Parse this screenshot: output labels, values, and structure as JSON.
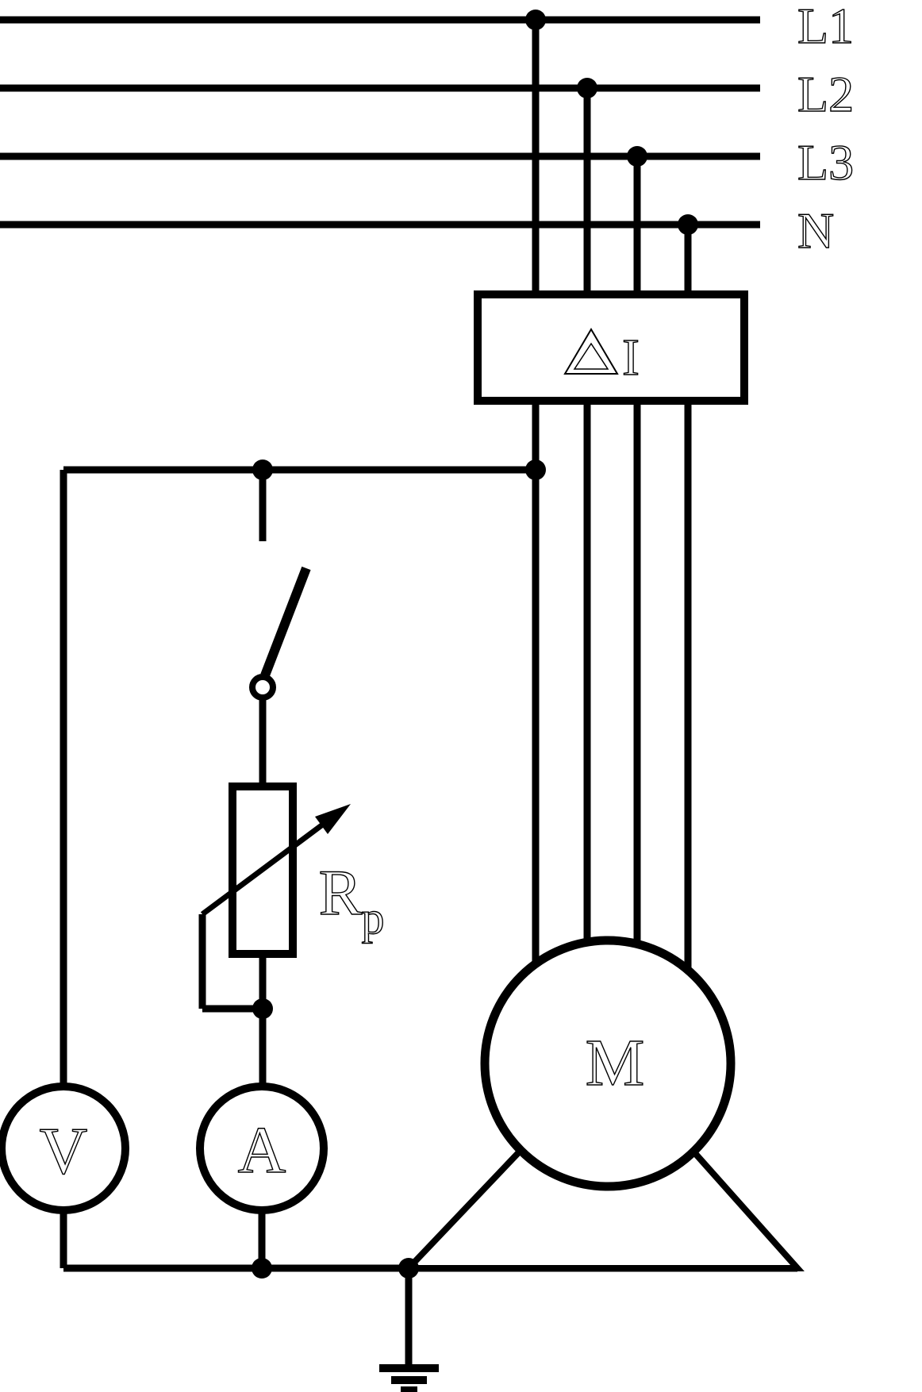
{
  "colors": {
    "ink": "#000000",
    "paper": "#ffffff"
  },
  "labels": {
    "bus": [
      "L1",
      "L2",
      "L3",
      "N"
    ],
    "rcd_current": "I",
    "rheostat_main": "R",
    "rheostat_sub": "p",
    "voltmeter": "V",
    "ammeter": "A",
    "motor": "M"
  },
  "icons": {
    "rcd_delta": "triangle-outline",
    "earth_ground": "three-bar-earth"
  }
}
